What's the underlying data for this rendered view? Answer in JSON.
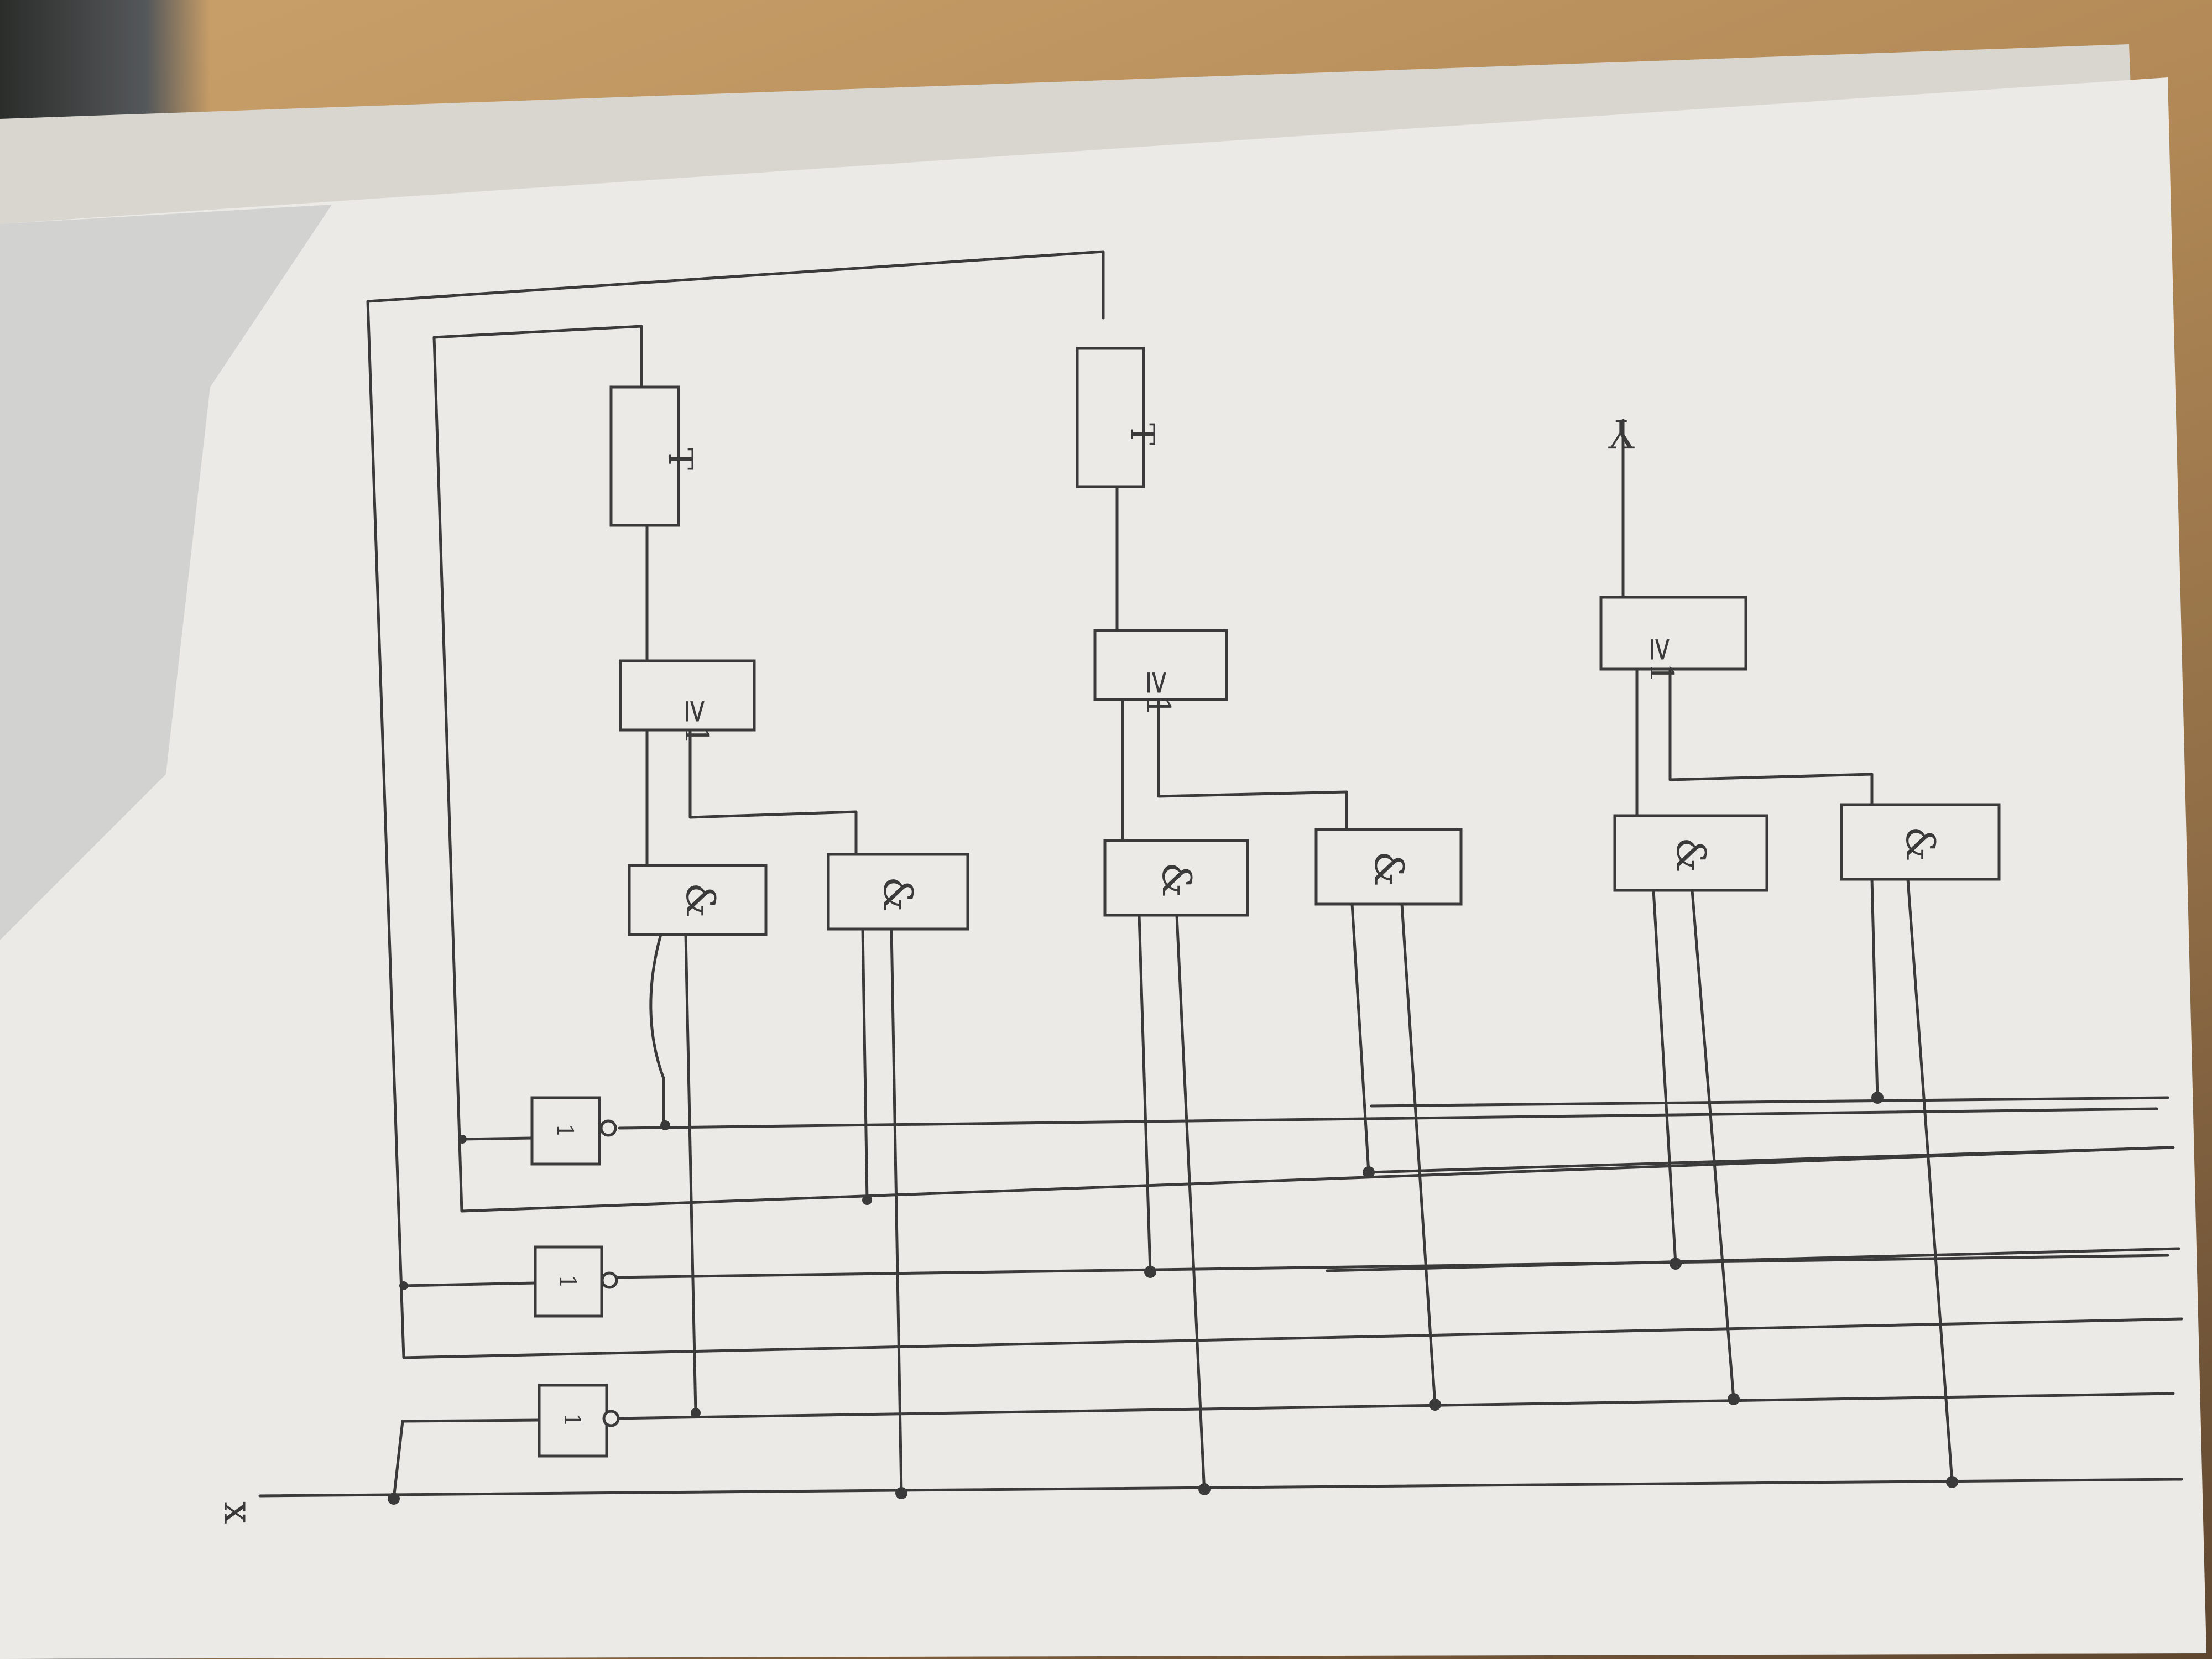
{
  "diagram": {
    "title": "",
    "output_label": "Y",
    "input_label": "x",
    "not_gate_symbol": "1",
    "and_gate_symbol": "&",
    "or_gate_symbol": "≥1",
    "delay_symbol": "T",
    "gates": [
      {
        "id": "delay-1",
        "type": "delay"
      },
      {
        "id": "delay-2",
        "type": "delay"
      },
      {
        "id": "or-1",
        "type": "or"
      },
      {
        "id": "or-2",
        "type": "or"
      },
      {
        "id": "or-3",
        "type": "or"
      },
      {
        "id": "and-1",
        "type": "and"
      },
      {
        "id": "and-2",
        "type": "and"
      },
      {
        "id": "and-3",
        "type": "and"
      },
      {
        "id": "and-4",
        "type": "and"
      },
      {
        "id": "and-5",
        "type": "and"
      },
      {
        "id": "and-6",
        "type": "and"
      },
      {
        "id": "not-1",
        "type": "not"
      },
      {
        "id": "not-2",
        "type": "not"
      },
      {
        "id": "not-3",
        "type": "not"
      }
    ],
    "colors": {
      "ink": "#3a3a3a",
      "paper": "#eceae6"
    }
  }
}
